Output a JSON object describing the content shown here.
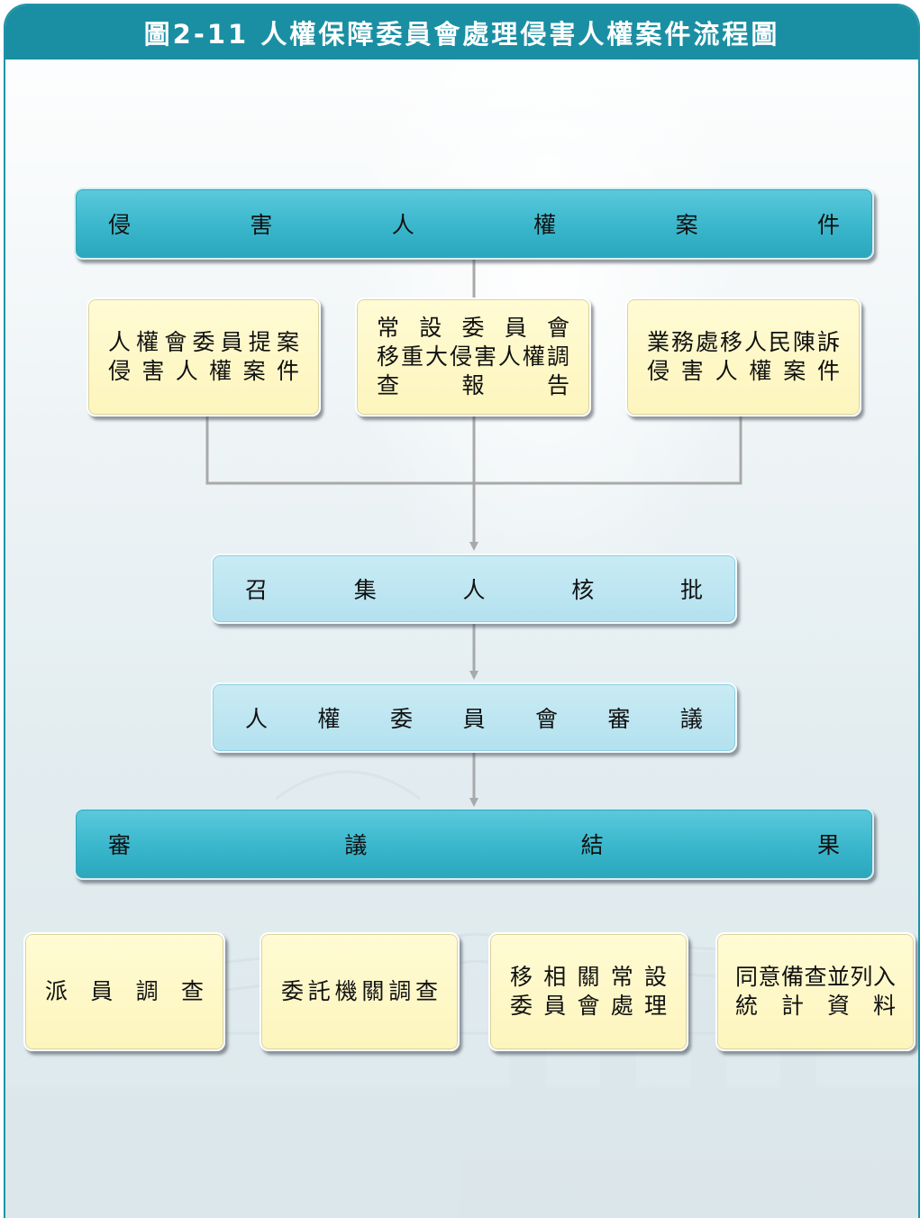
{
  "title": "圖2-11 人權保障委員會處理侵害人權案件流程圖",
  "nodes": {
    "top": "侵害人權案件",
    "source_1": [
      "人權會委員提案",
      "侵害人權案件"
    ],
    "source_2": [
      "常設委員會",
      "移重大侵害人權調",
      "查報告"
    ],
    "source_3": [
      "業務處移人民陳訴",
      "侵害人權案件"
    ],
    "convener": "召集人核批",
    "committee": "人權委員會審議",
    "result": "審議結果",
    "outcome_1": "派員調查",
    "outcome_2": "委託機關調查",
    "outcome_3": [
      "移相關常設",
      "委員會處理"
    ],
    "outcome_4": [
      "同意備查並列入",
      "統計資料"
    ]
  },
  "colors": {
    "header": "#1a8fa3",
    "teal_box": "#3cb8cd",
    "light_box": "#b8e3f0",
    "yellow_box": "#fdf7c4",
    "connector": "#a9a9a9"
  }
}
